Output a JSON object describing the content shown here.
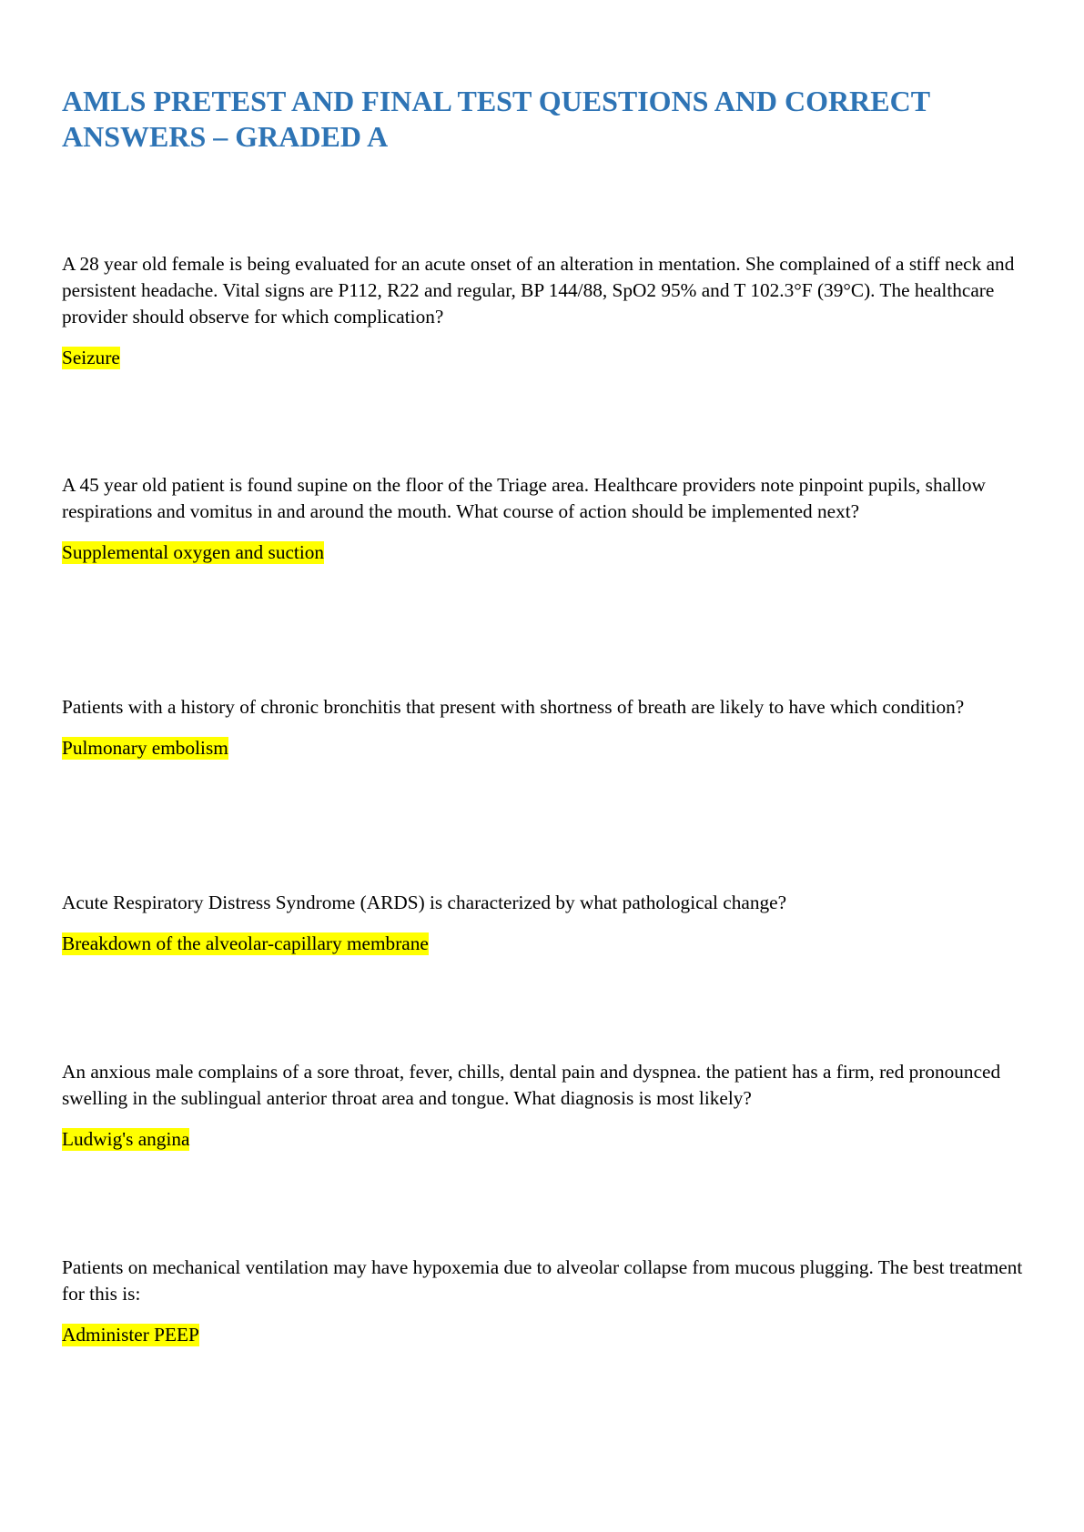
{
  "document": {
    "title": "AMLS PRETEST AND FINAL TEST QUESTIONS AND CORRECT ANSWERS – GRADED A",
    "highlight_color": "#ffff00",
    "title_color": "#2e74b5",
    "items": [
      {
        "question": "A 28 year old female is being evaluated for an acute onset of an alteration in mentation. She complained of a stiff neck and persistent headache. Vital signs are P112, R22 and regular, BP 144/88, SpO2 95% and T 102.3°F (39°C). The healthcare provider should observe for which complication?",
        "answer": "Seizure"
      },
      {
        "question": "A 45 year old patient is found supine on the floor of the Triage area. Healthcare providers note pinpoint pupils, shallow respirations and vomitus in and around the mouth. What course of action should be implemented next?",
        "answer": "Supplemental oxygen and suction"
      },
      {
        "question": "Patients with a history of chronic bronchitis that present with shortness of breath are likely to have which condition?",
        "answer": "Pulmonary embolism"
      },
      {
        "question": "Acute Respiratory Distress Syndrome (ARDS) is characterized by what pathological change?",
        "answer": "Breakdown of the alveolar-capillary membrane"
      },
      {
        "question": "An anxious male complains of a sore throat, fever, chills, dental pain and dyspnea. the patient has a firm, red pronounced swelling in the sublingual anterior throat area and tongue. What diagnosis is most likely?",
        "answer": "Ludwig's angina"
      },
      {
        "question": "Patients on mechanical ventilation may have hypoxemia due to alveolar collapse from mucous plugging. The best treatment for this is:",
        "answer": "Administer PEEP"
      }
    ]
  }
}
